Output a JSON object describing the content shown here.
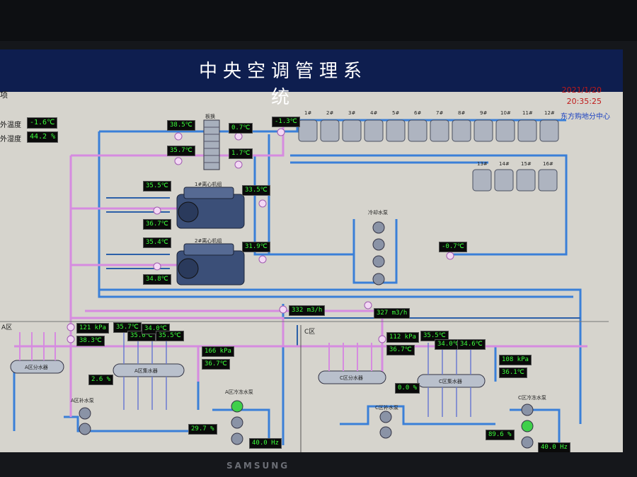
{
  "header": {
    "title": "中央空调管理系统",
    "date": "2021/1/20",
    "time": "20:35:25",
    "org": "东方购地分中心"
  },
  "left_panel": {
    "menu_label": "项",
    "outdoor_temp_label": "外温度",
    "outdoor_temp": "-1.6℃",
    "outdoor_hum_label": "外湿度",
    "outdoor_hum": "44.2 %"
  },
  "cooling_towers": {
    "row1": [
      "1#",
      "2#",
      "3#",
      "4#",
      "5#",
      "6#",
      "7#",
      "8#",
      "9#",
      "10#",
      "11#",
      "12#"
    ],
    "row2": [
      "13#",
      "14#",
      "15#",
      "16#"
    ]
  },
  "readings": {
    "heat_exchanger_in": "38.5℃",
    "heat_exchanger_out": "35.7℃",
    "hx_cold_top": "0.7℃",
    "hx_cold_bottom": "1.7℃",
    "tower_supply": "-1.3℃",
    "chiller1_top": "35.5℃",
    "chiller1_bottom": "36.7℃",
    "chiller1_right": "33.5℃",
    "chiller2_top": "35.4℃",
    "chiller2_bottom": "34.8℃",
    "chiller2_right": "31.9℃",
    "cooling_return": "-0.7℃",
    "flow_a": "332 m3/h",
    "flow_c": "327 m3/h",
    "a_pressure": "121 kPa",
    "a_temp": "38.3℃",
    "a_valve": "2.6 %",
    "a_col1": "35.7℃",
    "a_col2": "35.0℃",
    "a_col3": "34.0℃",
    "a_col4": "35.5℃",
    "a_pressure2": "166 kPa",
    "a_temp2": "36.7℃",
    "a_pump_pct": "29.7 %",
    "a_hz": "40.0 Hz",
    "c_pressure": "112 kPa",
    "c_temp": "36.7℃",
    "c_valve": "0.0 %",
    "c_col1": "35.5℃",
    "c_col2": "34.0℃",
    "c_col3": "34.6℃",
    "c_pressure2": "108 kPa",
    "c_temp2": "36.1℃",
    "c_pump_pct": "89.6 %",
    "c_hz": "40.0 Hz"
  },
  "labels": {
    "hx": "板换",
    "chiller1": "1#离心机组",
    "chiller2": "2#离心机组",
    "cooling_pump": "冷却水泵",
    "zone_a": "A区",
    "zone_c": "C区",
    "a_divider": "A区分水器",
    "a_collector": "A区集水器",
    "a_ext_pump": "A区补水泵",
    "a_cycle_pump": "A区冷冻水泵",
    "c_divider": "C区分水器",
    "c_collector": "C区集水器",
    "c_ext_pump": "C区补水泵",
    "c_cycle_pump": "C区冷冻水泵"
  },
  "colors": {
    "pipe_blue": "#3a7fd8",
    "pipe_pink": "#d68be0",
    "pipe_dark": "#2b5fa8",
    "title_bg": "#0e1e4f",
    "value_green": "#3cff3c",
    "pump_running": "#3fd04a"
  },
  "brand": "SAMSUNG"
}
